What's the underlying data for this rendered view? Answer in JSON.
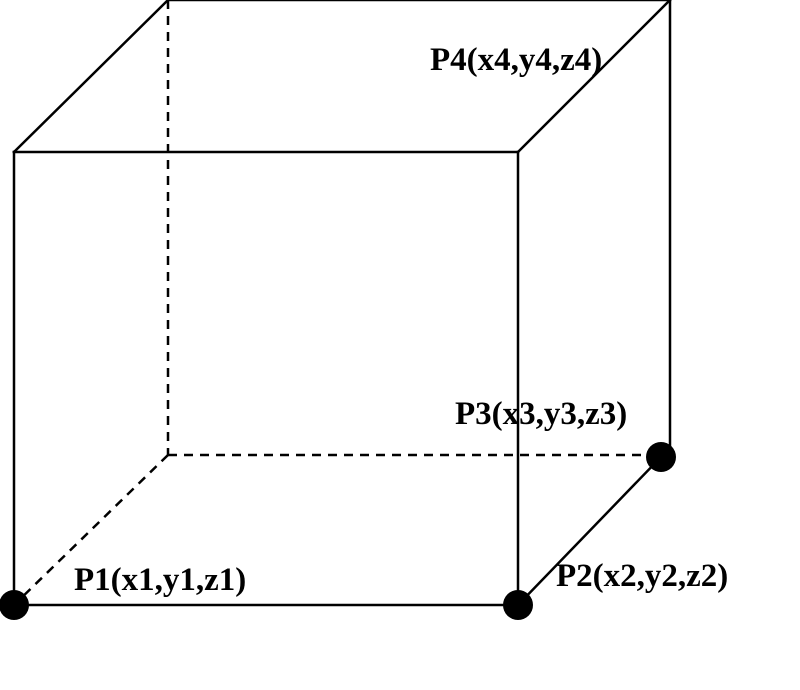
{
  "colors": {
    "line": "#000000",
    "point": "#000000",
    "label": "#000000",
    "background": "#ffffff"
  },
  "points": {
    "p1": {
      "label": "P1(x1,y1,z1)"
    },
    "p2": {
      "label": "P2(x2,y2,z2)"
    },
    "p3": {
      "label": "P3(x3,y3,z3)"
    },
    "p4": {
      "label": "P4(x4,y4,z4)"
    }
  }
}
